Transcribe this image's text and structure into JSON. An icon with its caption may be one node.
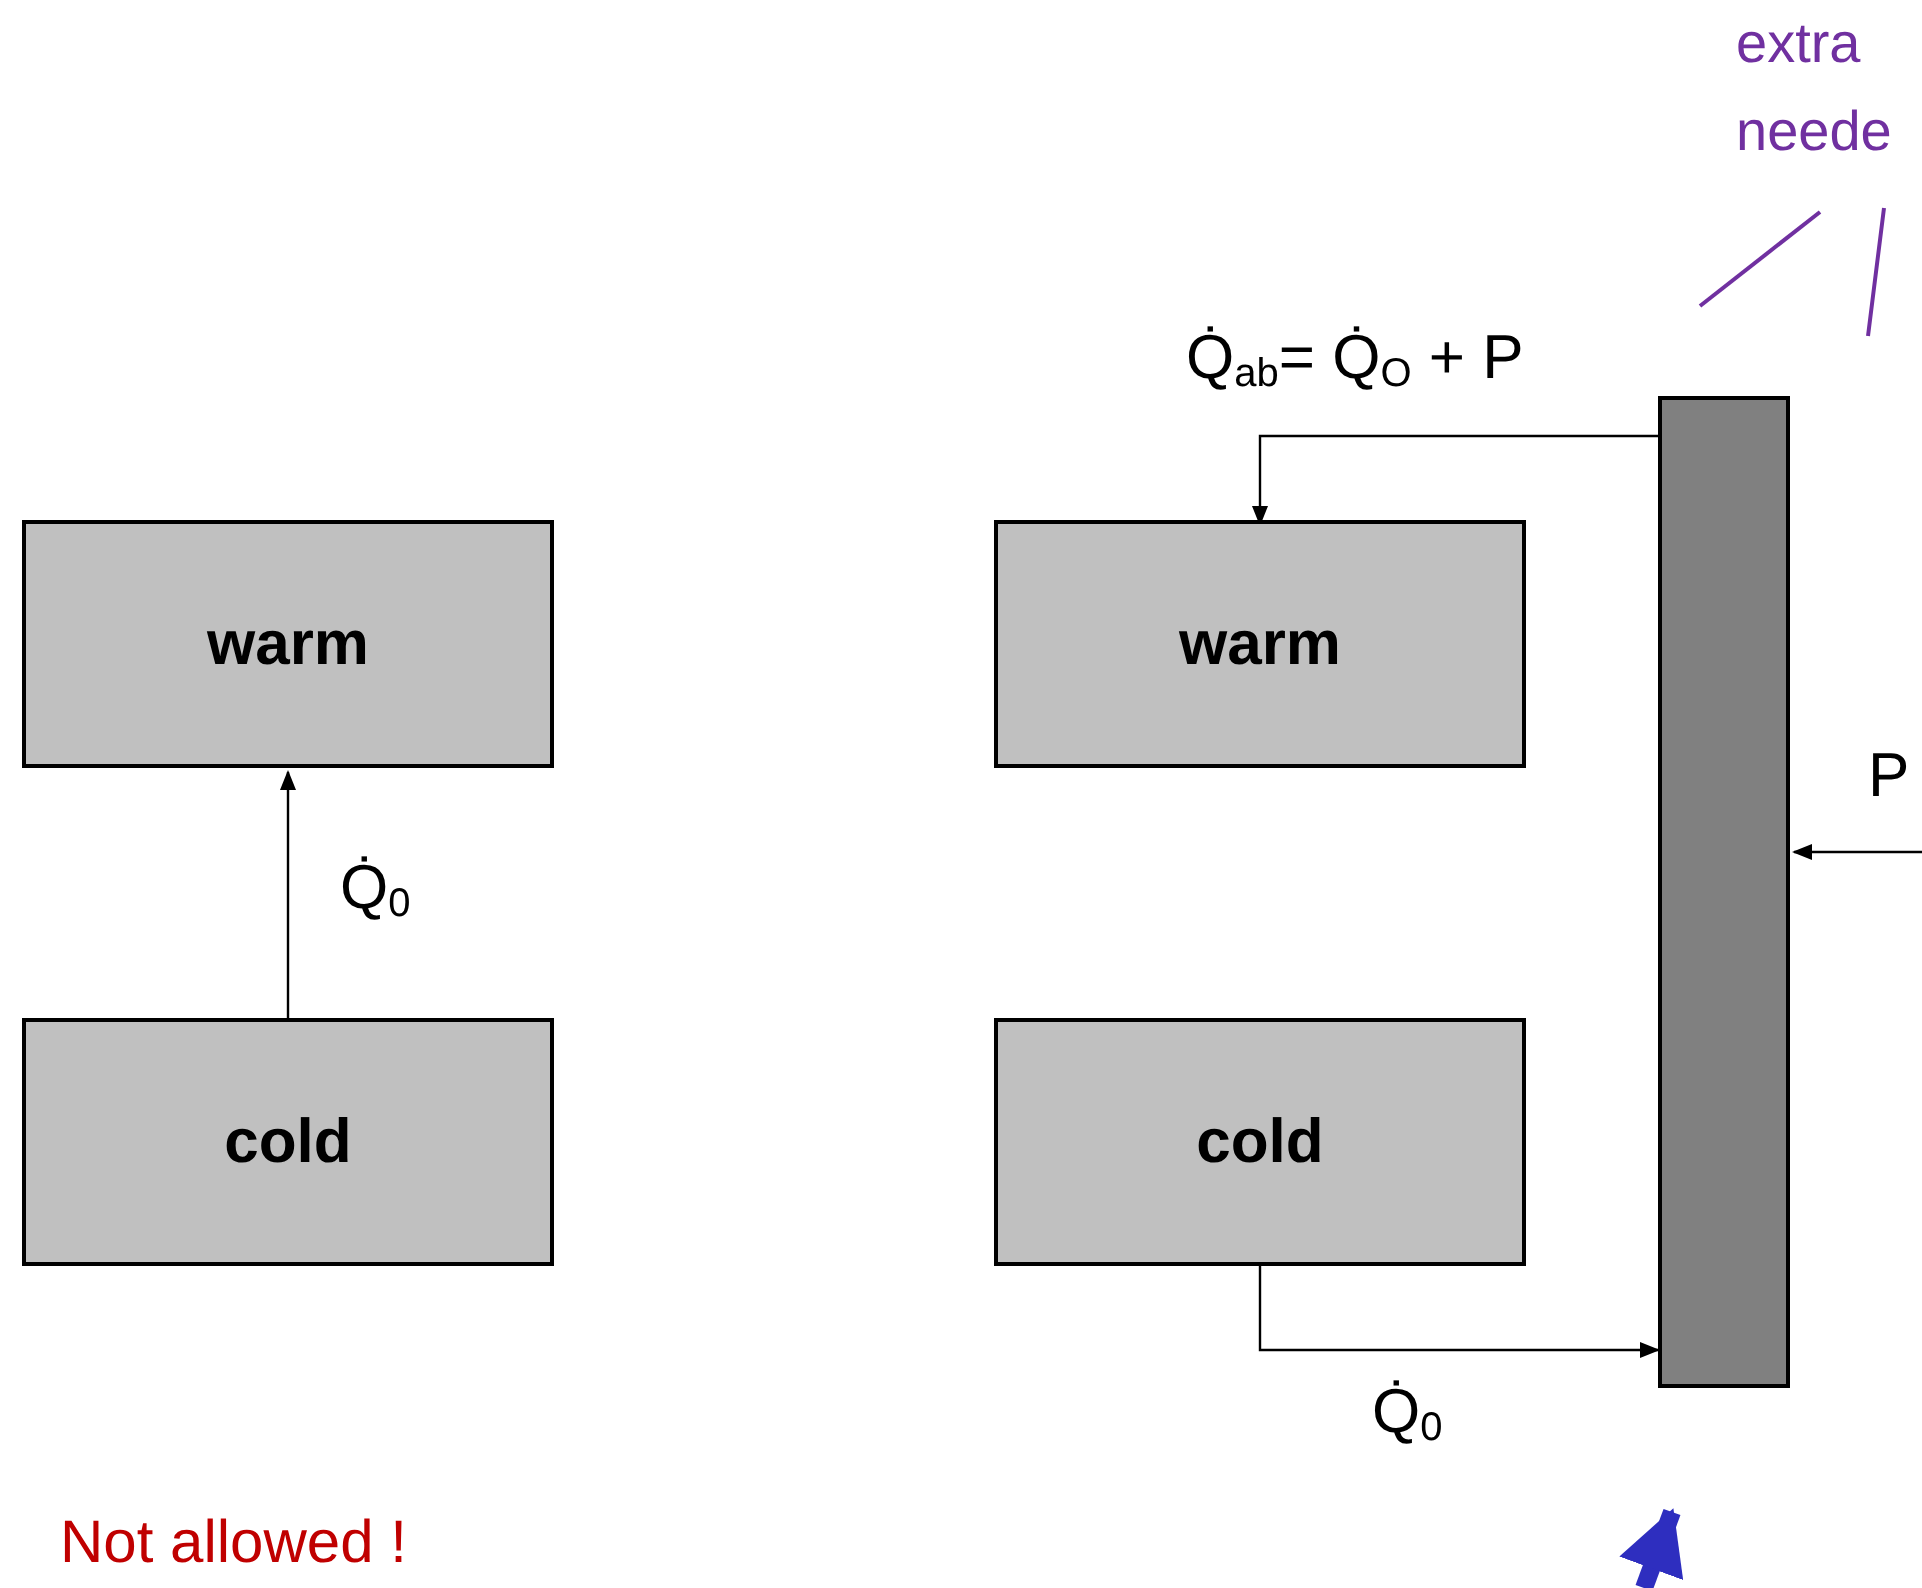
{
  "diagram": {
    "nodes": [
      {
        "text": [
          "warm"
        ]
      },
      {
        "text": [
          "cold"
        ]
      },
      {
        "text": [
          "warm"
        ]
      },
      {
        "text": [
          "cold"
        ]
      },
      {
        "text": [],
        "shape": "bar"
      },
      {
        "text": [
          "extra neede"
        ]
      }
    ],
    "edges": [
      {
        "from": 1,
        "to": 0,
        "arrow": "to",
        "label": "Q̇$_{0}$"
      },
      {
        "from": 4,
        "to": 2,
        "arrow": "to",
        "label": "Q̇$_{ab}$= Q̇$_{O}$ + P"
      },
      {
        "from": 3,
        "to": 4,
        "arrow": "to",
        "label": "Q̇$_{0}$"
      },
      {
        "from": null,
        "to": 4,
        "arrow": "to",
        "label": "P"
      },
      {
        "from": 5,
        "to": null,
        "arrow": "none",
        "color": "#7030a0"
      },
      {
        "from": 5,
        "to": null,
        "arrow": "none",
        "color": "#7030a0"
      }
    ],
    "labels": [
      "Not allowed !"
    ]
  }
}
